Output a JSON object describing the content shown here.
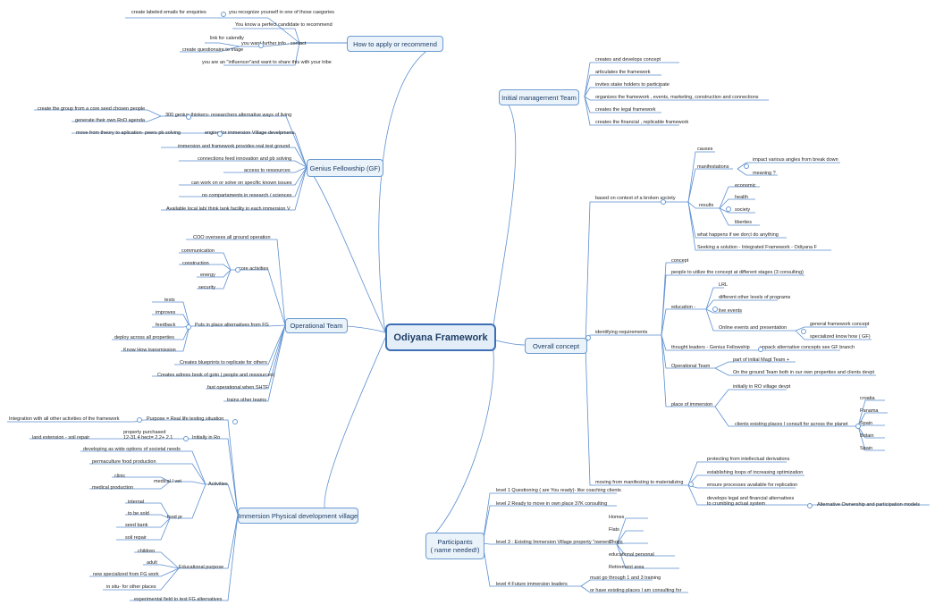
{
  "root": {
    "label": "Odiyana Framework"
  },
  "branches": [
    {
      "label": "How to apply or recommend"
    },
    {
      "label": "Genius Fellowship (GF)"
    },
    {
      "label": "Operational Team"
    },
    {
      "label": "Immersion Physical development village"
    },
    {
      "label": "Initial management Team"
    },
    {
      "label": "Overall concept"
    },
    {
      "label": "Participants\n( name needed!)"
    }
  ],
  "nodes": [
    {
      "text": "create labeled emails for enquiries"
    },
    {
      "text": "you recognize yourself in one of those caegories"
    },
    {
      "text": "You know a perfect candidate to recommend"
    },
    {
      "text": "link for calendly"
    },
    {
      "text": "you want further info - contact"
    },
    {
      "text": "create questionaire to triage"
    },
    {
      "text": "you are an \"influencer\"and want to share this with your tribe"
    },
    {
      "text": "create the group from a core seed chosen people"
    },
    {
      "text": "300 genius thinkers- researchers alternative ways of living"
    },
    {
      "text": "generate their own RnD agenda"
    },
    {
      "text": "move from theory to aplication- peers  pb solving"
    },
    {
      "text": "engine for immersion Village develpmens"
    },
    {
      "text": "immersion and framework provides real test ground"
    },
    {
      "text": "connections feed innovation and pb solving"
    },
    {
      "text": "access to ressources"
    },
    {
      "text": "can work on or solve on specific known  issues"
    },
    {
      "text": "no compartaments in research / sciences"
    },
    {
      "text": "Available local lab/ think tank facility in each immersion V"
    },
    {
      "text": "COO oversees all ground operation"
    },
    {
      "text": "communication"
    },
    {
      "text": "construction"
    },
    {
      "text": "core activities"
    },
    {
      "text": "energy"
    },
    {
      "text": "security"
    },
    {
      "text": "tests"
    },
    {
      "text": "improves"
    },
    {
      "text": "feedback"
    },
    {
      "text": "Puts in place alternatives from FG"
    },
    {
      "text": "deploy across all properties"
    },
    {
      "text": "Know How transmission"
    },
    {
      "text": "Creates blueprints to replicate for others"
    },
    {
      "text": "Creates adress book of goto ( people and ressources)"
    },
    {
      "text": "fast operational when SHTF"
    },
    {
      "text": "trains other teams"
    },
    {
      "text": "Integration with all other activities of the framework"
    },
    {
      "text": "Purpose = Real life testing situation"
    },
    {
      "text": "property purchased\n12-31 4 hect= 2.2+ 2.1"
    },
    {
      "text": "land extension - soil repair"
    },
    {
      "text": "Initially in Ro"
    },
    {
      "text": "developing as wide options of societal needs"
    },
    {
      "text": "permaculture food production"
    },
    {
      "text": "clinic"
    },
    {
      "text": "medical / vet"
    },
    {
      "text": "medical production"
    },
    {
      "text": "Activities"
    },
    {
      "text": "internal"
    },
    {
      "text": "to be sold"
    },
    {
      "text": "food pr"
    },
    {
      "text": "seed bank"
    },
    {
      "text": "soil repair"
    },
    {
      "text": "children"
    },
    {
      "text": "adult"
    },
    {
      "text": "Educational purpose"
    },
    {
      "text": "new specialized from FG work"
    },
    {
      "text": "in situ- for other places"
    },
    {
      "text": "experimental field to test FG alternatives"
    },
    {
      "text": "creates and develops concept"
    },
    {
      "text": "articulates the framework"
    },
    {
      "text": "invites stake holders to participate"
    },
    {
      "text": "organizes the framework , events, marketing, construction and connections"
    },
    {
      "text": "creates the legal framework"
    },
    {
      "text": "creates the financial , replicable framework"
    },
    {
      "text": "causes"
    },
    {
      "text": "impact various angles from break down"
    },
    {
      "text": "manifestations"
    },
    {
      "text": "meaning ?"
    },
    {
      "text": "economic"
    },
    {
      "text": "health"
    },
    {
      "text": "results"
    },
    {
      "text": "society"
    },
    {
      "text": "liberties"
    },
    {
      "text": "based on context of a broken society"
    },
    {
      "text": "what happens if we don;t do anything"
    },
    {
      "text": "Seeking a solution - Integrated Framework - Odiyana F"
    },
    {
      "text": "concept"
    },
    {
      "text": "people to utilize the concept at different stages (3 consulting)"
    },
    {
      "text": "LRL"
    },
    {
      "text": "different other levels of programs"
    },
    {
      "text": "education -"
    },
    {
      "text": "live events"
    },
    {
      "text": "general framework concept"
    },
    {
      "text": "Online events and presentation"
    },
    {
      "text": "specialized know how ( GF)"
    },
    {
      "text": "identifying requirements"
    },
    {
      "text": "thought leaders - Genius Fellowship"
    },
    {
      "text": "unpack alternative concepts see GF branch"
    },
    {
      "text": "part of initial Magt Team +"
    },
    {
      "text": "Operational Team"
    },
    {
      "text": "On the ground Team both in our own properties and clients devpt"
    },
    {
      "text": "initially in RO village devpt"
    },
    {
      "text": "croatia"
    },
    {
      "text": "place of immersion"
    },
    {
      "text": "Panama"
    },
    {
      "text": "clients existing places I consult for across the planet"
    },
    {
      "text": "Spain"
    },
    {
      "text": "Britain"
    },
    {
      "text": "Spain"
    },
    {
      "text": "protecting from intellectual derivations"
    },
    {
      "text": "establishing loops of increasing optimization"
    },
    {
      "text": "moving from manifesting to materializing"
    },
    {
      "text": "ensure processes available for replication"
    },
    {
      "text": "develops legal and financial alternatives\nto crumbling actual system"
    },
    {
      "text": "Alternative Ownership and participation models"
    },
    {
      "text": "level 1 Questioning ( are You ready)- like coaching clients"
    },
    {
      "text": "level 2 Ready to move in own place 37K consulting"
    },
    {
      "text": "Homes"
    },
    {
      "text": "Flats"
    },
    {
      "text": "Shops"
    },
    {
      "text": "level 3 : Existing Immersion Village property \"owners\""
    },
    {
      "text": "educational personal"
    },
    {
      "text": "Retirement area"
    },
    {
      "text": "must go through 1 and 3 training"
    },
    {
      "text": "level 4 Future immersion leaders"
    },
    {
      "text": "or have existing places I am consulting for"
    }
  ]
}
